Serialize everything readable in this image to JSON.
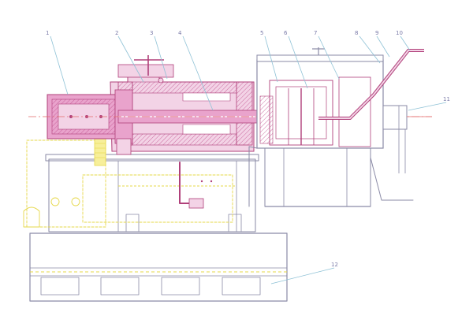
{
  "drawing": {
    "colors": {
      "outline": "#8a8aa6",
      "part_magenta": "#b0407a",
      "part_fill": "#e9a3cc",
      "part_fill_light": "#f3d3e6",
      "hatch": "#c0508e",
      "centerline": "#e46a6a",
      "hidden_yellow": "#e6d84a",
      "leader": "#8fc2d6",
      "text": "#7a7aa8"
    },
    "callouts": [
      {
        "id": "1",
        "label": "1"
      },
      {
        "id": "2",
        "label": "2"
      },
      {
        "id": "3",
        "label": "3"
      },
      {
        "id": "4",
        "label": "4"
      },
      {
        "id": "5",
        "label": "5"
      },
      {
        "id": "6",
        "label": "6"
      },
      {
        "id": "7",
        "label": "7"
      },
      {
        "id": "8",
        "label": "8"
      },
      {
        "id": "9",
        "label": "9"
      },
      {
        "id": "10",
        "label": "10"
      },
      {
        "id": "11",
        "label": "11"
      },
      {
        "id": "12",
        "label": "12"
      }
    ]
  }
}
